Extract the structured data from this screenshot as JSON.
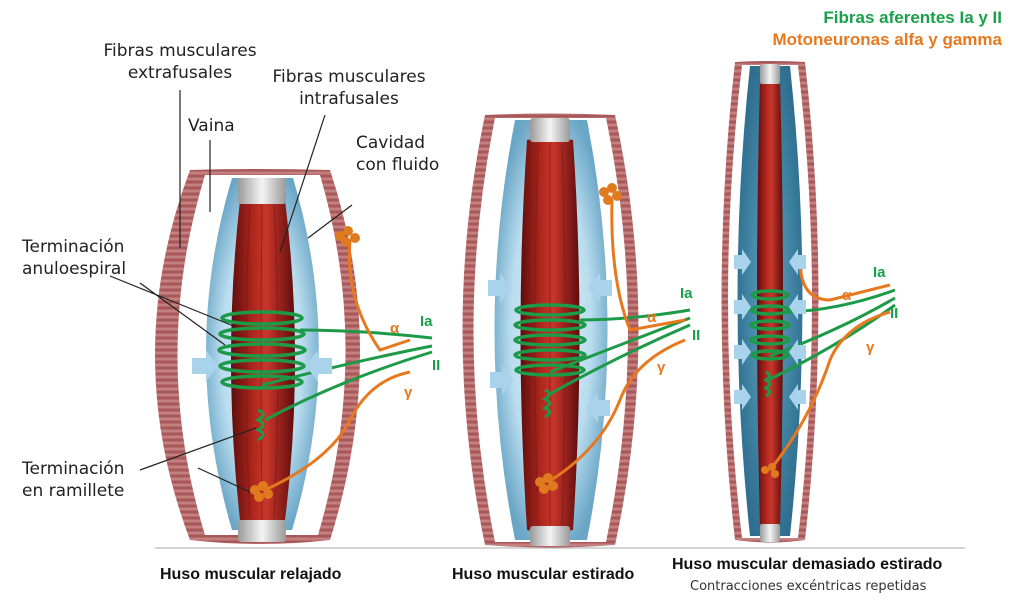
{
  "legend": {
    "afferent": "Fibras aferentes Ia y II",
    "motor": "Motoneuronas alfa y gamma",
    "afferent_color": "#19a04b",
    "motor_color": "#e8781e"
  },
  "labels": {
    "extrafusal": "Fibras musculares extrafusales",
    "vaina": "Vaina",
    "intrafusal": "Fibras musculares intrafusales",
    "cavidad": "Cavidad con fluido",
    "anuloespiral": "Terminación anuloespiral",
    "ramillete": "Terminación en ramillete"
  },
  "fiber_labels": {
    "alpha": "α",
    "gamma": "γ",
    "ia": "Ia",
    "ii": "II"
  },
  "captions": {
    "relaxed": "Huso muscular relajado",
    "stretched": "Huso muscular estirado",
    "overstretched": "Huso muscular demasiado estirado",
    "overstretched_sub": "Contracciones excéntricas repetidas"
  }
}
